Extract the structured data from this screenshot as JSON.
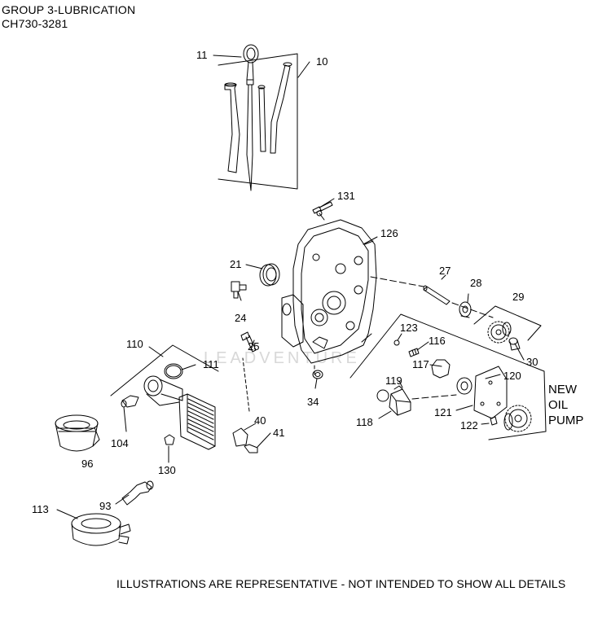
{
  "header": {
    "title_line1": "GROUP 3-LUBRICATION",
    "title_line2": "CH730-3281"
  },
  "watermark": "LEADVENTURE",
  "disclaimer": "ILLUSTRATIONS ARE REPRESENTATIVE - NOT INTENDED TO SHOW ALL DETAILS",
  "new_oil_pump": {
    "line1": "NEW",
    "line2": "OIL",
    "line3": "PUMP"
  },
  "callouts": {
    "c11": "11",
    "c10": "10",
    "c131": "131",
    "c126": "126",
    "c21": "21",
    "c27": "27",
    "c28": "28",
    "c29": "29",
    "c24": "24",
    "c123": "123",
    "c116": "116",
    "c110": "110",
    "c111": "111",
    "c25": "25",
    "c30": "30",
    "c119": "119",
    "c117": "117",
    "c120": "120",
    "c34": "34",
    "c118": "118",
    "c121": "121",
    "c122": "122",
    "c104": "104",
    "c40": "40",
    "c41": "41",
    "c96": "96",
    "c130": "130",
    "c93": "93",
    "c113": "113"
  }
}
